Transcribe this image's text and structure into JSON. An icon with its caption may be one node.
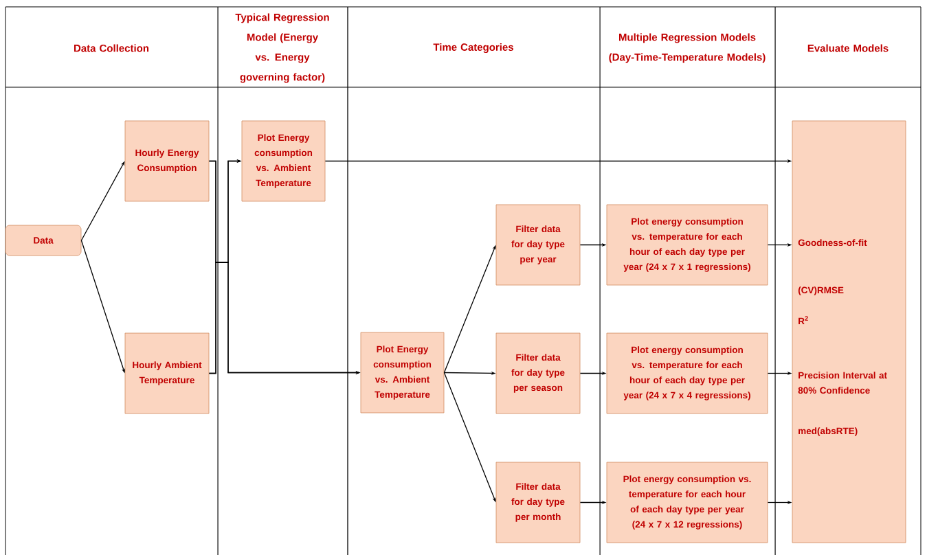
{
  "diagram": {
    "nodes": [
      {
        "text": [
          "Data"
        ]
      },
      {
        "text": [
          "Hourly Energy Consumption"
        ]
      },
      {
        "text": [
          "Hourly Ambient Temperature"
        ]
      },
      {
        "text": [
          "Plot Energy consumption vs. Ambient Temperature"
        ]
      },
      {
        "text": [
          "Plot Energy consumption vs. Ambient Temperature"
        ]
      },
      {
        "text": [
          "Filter data for day type per year"
        ]
      },
      {
        "text": [
          "Filter data for day type per season"
        ]
      },
      {
        "text": [
          "Filter data for day type per month"
        ]
      },
      {
        "text": [
          "Plot energy consumption vs. temperature for each hour of each day type per year (24 x 7 x 1 regressions)"
        ]
      },
      {
        "text": [
          "Plot energy consumption vs. temperature for each hour of each day type per year (24 x 7 x 4 regressions)"
        ]
      },
      {
        "text": [
          "Plot energy consumption vs. temperature for each hour of each day type per year (24 x 7 x 12 regressions)"
        ]
      },
      {
        "text": [
          "Goodness-of-fit",
          "(CV)RMSE",
          "R$^{2}$",
          "Precision Interval at 80% Confidence",
          "med(absRTE)"
        ]
      }
    ],
    "edges": [
      {
        "from": 0,
        "to": 1,
        "arrow": "to"
      },
      {
        "from": 0,
        "to": 2,
        "arrow": "to"
      },
      {
        "from": 1,
        "to": 3,
        "arrow": "to"
      },
      {
        "from": 1,
        "to": 4,
        "arrow": "to"
      },
      {
        "from": 2,
        "to": 3,
        "arrow": "to"
      },
      {
        "from": 2,
        "to": 4,
        "arrow": "to"
      },
      {
        "from": 3,
        "to": 11,
        "arrow": "to"
      },
      {
        "from": 4,
        "to": 5,
        "arrow": "to"
      },
      {
        "from": 4,
        "to": 6,
        "arrow": "to"
      },
      {
        "from": 4,
        "to": 7,
        "arrow": "to"
      },
      {
        "from": 5,
        "to": 8,
        "arrow": "to"
      },
      {
        "from": 6,
        "to": 9,
        "arrow": "to"
      },
      {
        "from": 7,
        "to": 10,
        "arrow": "to"
      },
      {
        "from": 8,
        "to": 11,
        "arrow": "to"
      },
      {
        "from": 9,
        "to": 11,
        "arrow": "to"
      },
      {
        "from": 10,
        "to": 11,
        "arrow": "to"
      }
    ],
    "labels": [
      "Data Collection",
      "Typical Regression Model (Energy vs. Energy governing factor)",
      "Time Categories",
      "Multiple Regression Models (Day-Time-Temperature Models)",
      "Evaluate Models"
    ]
  }
}
